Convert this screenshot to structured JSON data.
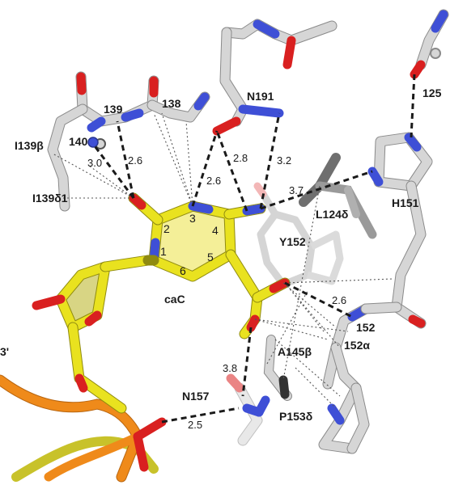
{
  "colors": {
    "carbon_white": "#d6d6d6",
    "carbon_yellow": "#e9e21f",
    "ring_fill": "#f4ef98",
    "nitrogen": "#3e4fd6",
    "oxygen": "#d92020",
    "sugar_orange": "#ef8a1a",
    "hbond": "#1a1a1a"
  },
  "labels": {
    "r139": "139",
    "r138": "138",
    "n191": "N191",
    "r125": "125",
    "i139b": "I139β",
    "r140": "140",
    "i139d1": "I139δ1",
    "l124d": "L124δ",
    "h151": "H151",
    "y152": "Y152",
    "cac": "caC",
    "r152": "152",
    "r152a": "152α",
    "a145b": "A145β",
    "n157": "N157",
    "p153d": "P153δ",
    "three_prime": "3'"
  },
  "ring_numbers": {
    "n1": "1",
    "n2": "2",
    "n3": "3",
    "n4": "4",
    "n5": "5",
    "n6": "6"
  },
  "distances": {
    "d30": "3.0",
    "d26a": "2.6",
    "d26b": "2.6",
    "d28": "2.8",
    "d32": "3.2",
    "d37": "3.7",
    "d26c": "2.6",
    "d38": "3.8",
    "d25": "2.5"
  }
}
